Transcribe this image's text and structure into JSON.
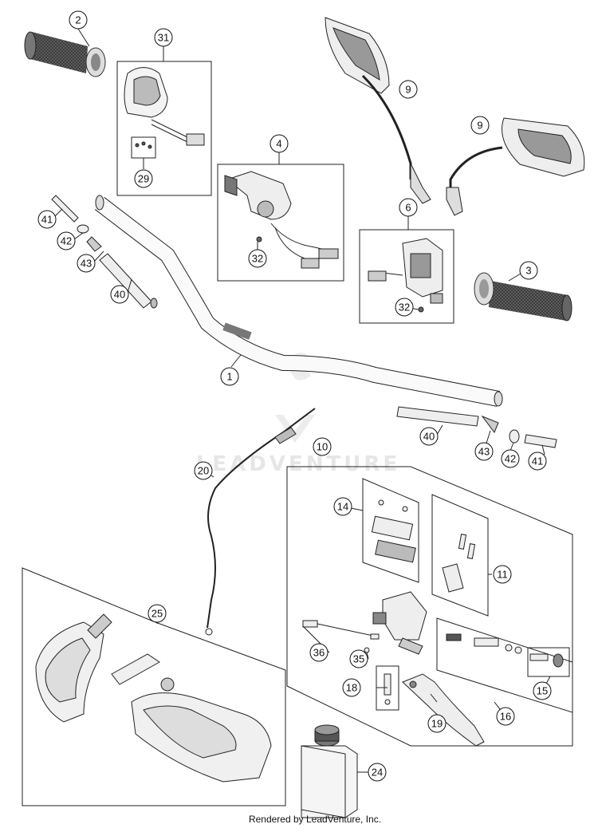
{
  "callouts": [
    {
      "id": "c2",
      "label": "2"
    },
    {
      "id": "c31",
      "label": "31"
    },
    {
      "id": "c29",
      "label": "29"
    },
    {
      "id": "c4",
      "label": "4"
    },
    {
      "id": "c32a",
      "label": "32"
    },
    {
      "id": "c9a",
      "label": "9"
    },
    {
      "id": "c9b",
      "label": "9"
    },
    {
      "id": "c6",
      "label": "6"
    },
    {
      "id": "c32b",
      "label": "32"
    },
    {
      "id": "c3",
      "label": "3"
    },
    {
      "id": "c41a",
      "label": "41"
    },
    {
      "id": "c42a",
      "label": "42"
    },
    {
      "id": "c43a",
      "label": "43"
    },
    {
      "id": "c40a",
      "label": "40"
    },
    {
      "id": "c1",
      "label": "1"
    },
    {
      "id": "c40b",
      "label": "40"
    },
    {
      "id": "c43b",
      "label": "43"
    },
    {
      "id": "c42b",
      "label": "42"
    },
    {
      "id": "c41b",
      "label": "41"
    },
    {
      "id": "c10",
      "label": "10"
    },
    {
      "id": "c20",
      "label": "20"
    },
    {
      "id": "c14",
      "label": "14"
    },
    {
      "id": "c11",
      "label": "11"
    },
    {
      "id": "c25",
      "label": "25"
    },
    {
      "id": "c36",
      "label": "36"
    },
    {
      "id": "c35",
      "label": "35"
    },
    {
      "id": "c18",
      "label": "18"
    },
    {
      "id": "c19",
      "label": "19"
    },
    {
      "id": "c16",
      "label": "16"
    },
    {
      "id": "c15",
      "label": "15"
    },
    {
      "id": "c24",
      "label": "24"
    }
  ],
  "watermark": "LEADVENTURE",
  "footer_text": "Rendered by LeadVenture, Inc."
}
